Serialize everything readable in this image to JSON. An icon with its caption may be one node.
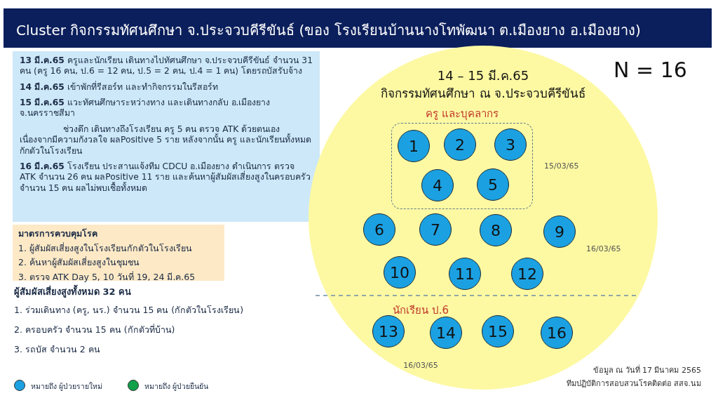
{
  "diagram": {
    "title": "Cluster กิจกรรมทัศนศึกษา จ.ประจวบคีรีขันธ์ (ของ โรงเรียนบ้านนางโทพัฒนา ต.เมืองยาง อ.เมืองยาง)",
    "nodes": [
      {
        "text": [
          "**13 มี.ค.65** ครูและนักเรียน เดินทางไปทัศนศึกษา จ.ประจวบคีรีขันธ์ จำนวน 31 คน (ครู 16 คน, ป.6 = 12 คน, ป.5 = 2 คน, ป.4 = 1 คน) โดยรถบัสรับจ้าง",
          "**14 มี.ค.65** เข้าพักที่รีสอร์ท และทำกิจกรรมในรีสอร์ท",
          "**15 มี.ค.65** แวะทัศนศึกษาระหว่างทาง และเดินทางกลับ อ.เมืองยาง จ.นครราชสีมา",
          "ช่วงดึก เดินทางถึงโรงเรียน ครู 5 คน ตรวจ ATK ด้วยตนเอง เนื่องจากมีความกังวลใจ ผลPositive 5 ราย หลังจากนั้น ครู และนักเรียนทั้งหมดกักตัวในโรงเรียน",
          "**16 มี.ค.65** โรงเรียน ประสานแจ้งทีม CDCU อ.เมืองยาง ดำเนินการ ตรวจ ATK จำนวน 26 คน ผลPositive 11 ราย และค้นหาผู้สัมผัสเสี่ยงสูงในครอบครัว จำนวน 15 คน ผลไม่พบเชื้อทั้งหมด"
        ]
      },
      {
        "text": [
          "มาตรการควบคุมโรค",
          "1. ผู้สัมผัสเสี่ยงสูงในโรงเรียนกักตัวในโรงเรียน",
          "2. ค้นหาผู้สัมผัสเสี่ยงสูงในชุมชน",
          "3. ตรวจ ATK Day 5, 10 วันที่ 19, 24 มี.ค.65"
        ]
      },
      {
        "text": [
          "14 – 15 มี.ค.65",
          "กิจกรรมทัศนศึกษา ณ จ.ประจวบคีรีขันธ์"
        ]
      },
      {
        "text": [
          "ครู และบุคลากร"
        ],
        "in": 2,
        "beside": [
          "15/03/65"
        ]
      },
      {
        "text": [
          "1"
        ],
        "in": 3
      },
      {
        "text": [
          "2"
        ],
        "in": 3
      },
      {
        "text": [
          "3"
        ],
        "in": 3
      },
      {
        "text": [
          "4"
        ],
        "in": 3
      },
      {
        "text": [
          "5"
        ],
        "in": 3
      },
      {
        "text": [
          "6"
        ],
        "in": 2
      },
      {
        "text": [
          "7"
        ],
        "in": 2
      },
      {
        "text": [
          "8"
        ],
        "in": 2
      },
      {
        "text": [
          "9"
        ],
        "in": 2
      },
      {
        "text": [
          "10"
        ],
        "in": 2
      },
      {
        "text": [
          "11"
        ],
        "in": 2
      },
      {
        "text": [
          "12"
        ],
        "in": 2
      },
      {
        "text": [
          "13"
        ],
        "in": 2
      },
      {
        "text": [
          "14"
        ],
        "in": 2
      },
      {
        "text": [
          "15"
        ],
        "in": 2
      },
      {
        "text": [
          "16"
        ],
        "in": 2
      }
    ],
    "labels": [
      "N = 16",
      "16/03/65",
      "นักเรียน ป.6",
      "ผู้สัมผัสเสี่ยงสูงทั้งหมด 32 คน",
      "1. ร่วมเดินทาง (ครู, นร.) จำนวน 15 คน (กักตัวในโรงเรียน)",
      "2. ครอบครัว จำนวน 15 คน (กักตัวที่บ้าน)",
      "3. รถบัส จำนวน 2 คน",
      "16/03/65",
      "ข้อมูล ณ วันที่ 17 มีนาคม 2565",
      "ทีมปฏิบัติการสอบสวนโรคติดต่อ สสจ.นม"
    ],
    "legend": [
      {
        "text": "หมายถึง ผู้ป่วยรายใหม่",
        "color": "#1ba1e2"
      },
      {
        "text": "หมายถึง ผู้ป่วยยืนยัน",
        "color": "#11a14a"
      }
    ]
  }
}
